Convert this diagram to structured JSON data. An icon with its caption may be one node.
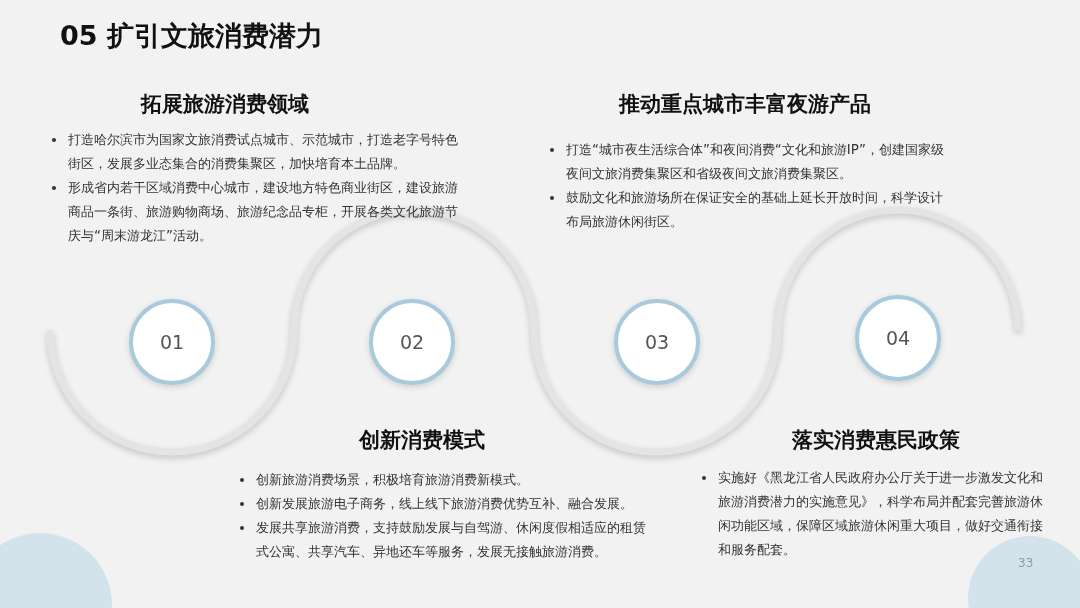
{
  "diagram": {
    "title": "05 扩引文旅消费潜力",
    "nodes": [
      {
        "text": [
          "01"
        ],
        "beside": [
          "拓展旅游消费领域",
          "打造哈尔滨市为国家文旅消费试点城市、示范城市，打造老字号特色街区，发展多业态集合的消费集聚区，加快培育本土品牌。",
          "形成省内若干区域消费中心城市，建设地方特色商业街区，建设旅游商品一条街、旅游购物商场、旅游纪念品专柜，开展各类文化旅游节庆与“周末游龙江”活动。"
        ]
      },
      {
        "text": [
          "02"
        ],
        "beside": [
          "创新消费模式",
          "创新旅游消费场景，积极培育旅游消费新模式。",
          "创新发展旅游电子商务，线上线下旅游消费优势互补、融合发展。",
          "发展共享旅游消费，支持鼓励发展与自驾游、休闲度假相适应的租赁式公寓、共享汽车、异地还车等服务，发展无接触旅游消费。"
        ]
      },
      {
        "text": [
          "03"
        ],
        "beside": [
          "推动重点城市丰富夜游产品",
          "打造“城市夜生活综合体”和夜间消费“文化和旅游IP”，创建国家级夜间文旅消费集聚区和省级夜间文旅消费集聚区。",
          "鼓励文化和旅游场所在保证安全的基础上延长开放时间，科学设计布局旅游休闲街区。"
        ]
      },
      {
        "text": [
          "04"
        ],
        "beside": [
          "落实消费惠民政策",
          "实施好《黑龙江省人民政府办公厅关于进一步激发文化和旅游消费潜力的实施意见》，科学布局并配套完善旅游休闲功能区域，保障区域旅游休闲重大项目，做好交通衔接和服务配套。"
        ]
      }
    ],
    "labels": [
      "33"
    ]
  }
}
